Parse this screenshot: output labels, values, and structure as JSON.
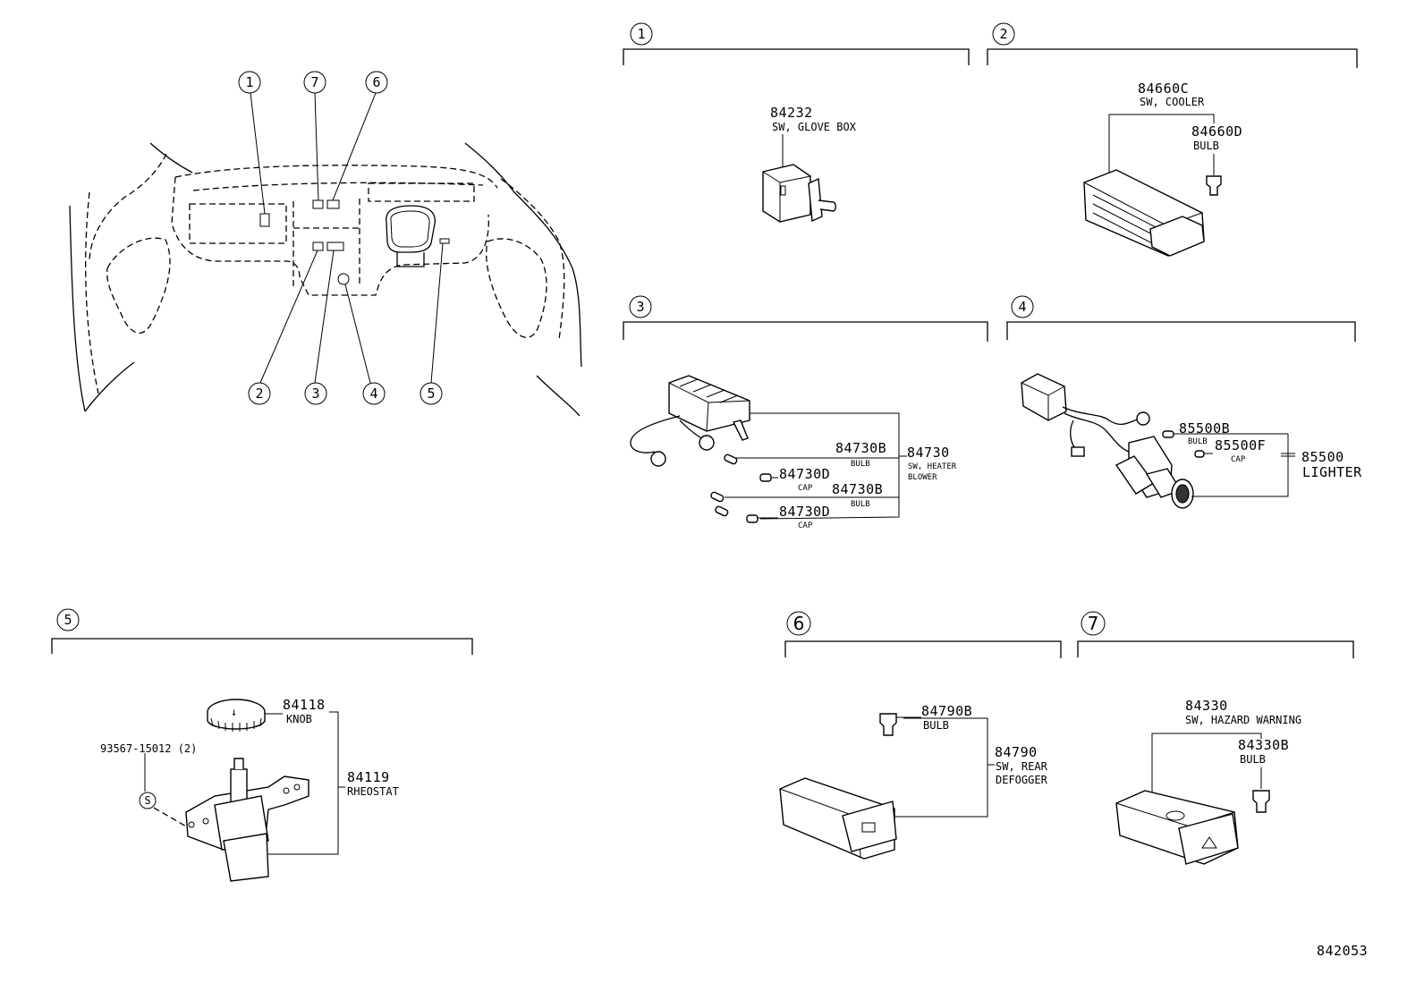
{
  "overview": {
    "callouts_top": [
      "1",
      "7",
      "6"
    ],
    "callouts_bottom": [
      "2",
      "3",
      "4",
      "5"
    ]
  },
  "sections": {
    "s1": {
      "index": "1",
      "part": "84232",
      "desc": "SW, GLOVE BOX"
    },
    "s2": {
      "index": "2",
      "part": "84660C",
      "desc": "SW, COOLER",
      "bulb_part": "84660D",
      "bulb_desc": "BULB"
    },
    "s3": {
      "index": "3",
      "part": "84730",
      "desc1": "SW, HEATER",
      "desc2": "BLOWER",
      "bulb1_part": "84730B",
      "bulb1_desc": "BULB",
      "cap1_part": "84730D",
      "cap1_desc": "CAP",
      "bulb2_part": "84730B",
      "bulb2_desc": "BULB",
      "cap2_part": "84730D",
      "cap2_desc": "CAP"
    },
    "s4": {
      "index": "4",
      "bulb_part": "85500B",
      "bulb_desc": "BULB",
      "cap_part": "85500F",
      "cap_desc": "CAP",
      "part": "85500",
      "desc": "LIGHTER"
    },
    "s5": {
      "index": "5",
      "knob_part": "84118",
      "knob_desc": "KNOB",
      "screw_part": "93567-15012 (2)",
      "screw_symbol": "S",
      "part": "84119",
      "desc": "RHEOSTAT"
    },
    "s6": {
      "index": "6",
      "bulb_part": "84790B",
      "bulb_desc": "BULB",
      "part": "84790",
      "desc1": "SW, REAR",
      "desc2": "DEFOGGER"
    },
    "s7": {
      "index": "7",
      "part": "84330",
      "desc": "SW, HAZARD WARNING",
      "bulb_part": "84330B",
      "bulb_desc": "BULB"
    }
  },
  "drawing_number": "842053"
}
